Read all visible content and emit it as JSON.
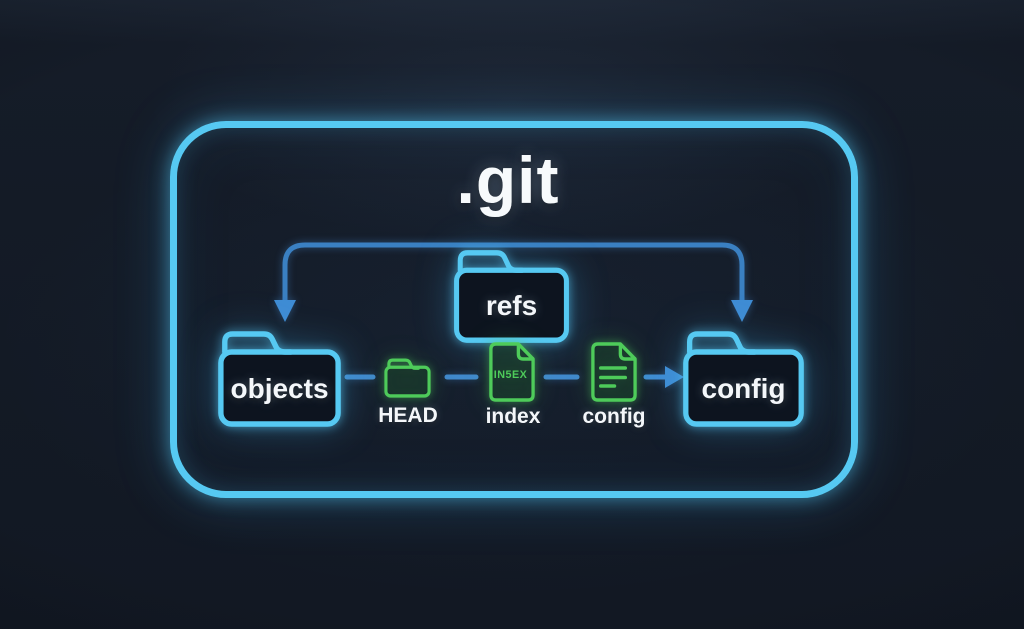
{
  "title": ".git",
  "nodes": {
    "refs": {
      "label": "refs",
      "icon": "folder-icon"
    },
    "objects": {
      "label": "objects",
      "icon": "folder-icon"
    },
    "config_folder": {
      "label": "config",
      "icon": "folder-icon"
    },
    "head": {
      "label": "HEAD",
      "icon": "folder-icon"
    },
    "index": {
      "label": "index",
      "icon": "file-icon",
      "file_text": "IN5EX"
    },
    "config_file": {
      "label": "config",
      "icon": "document-icon"
    }
  },
  "edges": [
    {
      "from": "refs",
      "to": "objects",
      "style": "arrow-down"
    },
    {
      "from": "refs",
      "to": "config_folder",
      "style": "arrow-down"
    },
    {
      "from": "objects",
      "to": "head",
      "style": "dash"
    },
    {
      "from": "head",
      "to": "index",
      "style": "dash"
    },
    {
      "from": "index",
      "to": "config_file",
      "style": "dash"
    },
    {
      "from": "config_file",
      "to": "config_folder",
      "style": "arrow-right"
    }
  ],
  "colors": {
    "background": "#131a25",
    "neon_cyan": "#56c9f2",
    "connector_blue": "#3e86c8",
    "icon_green": "#4ecb5a",
    "text_white": "#f4f7fa"
  }
}
